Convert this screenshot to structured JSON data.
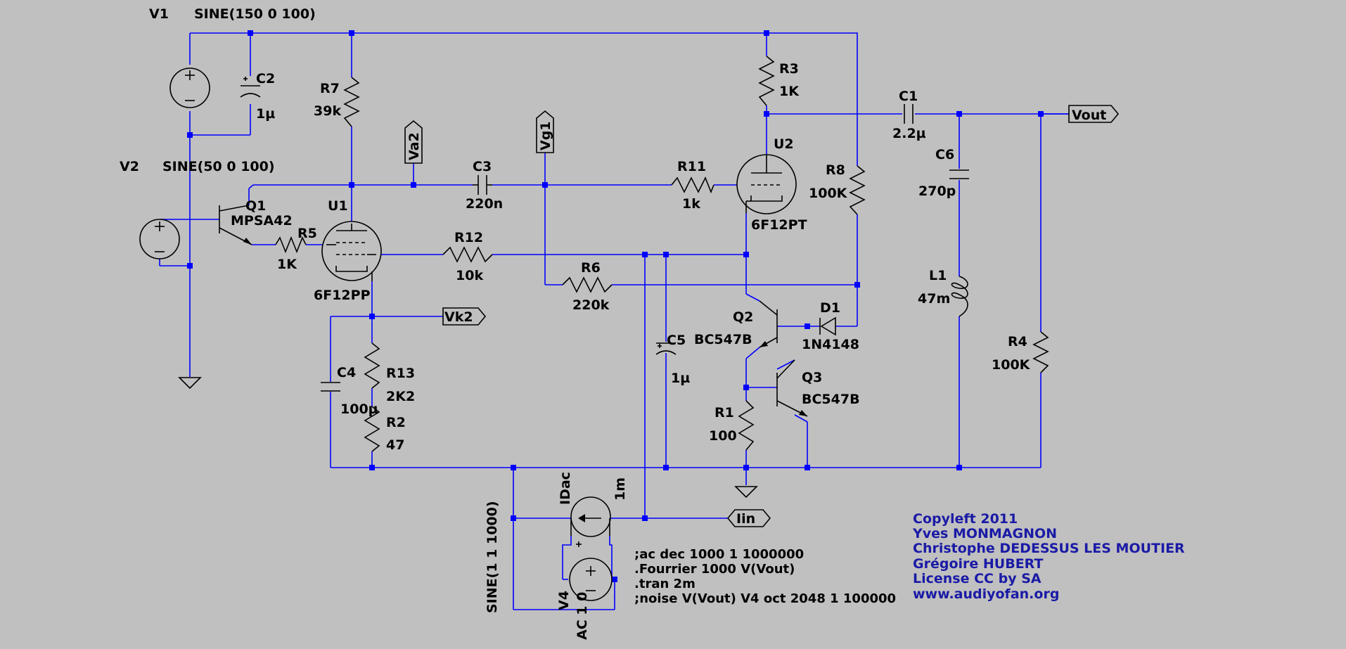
{
  "sources": {
    "v1": {
      "name": "V1",
      "value": "SINE(150 0 100)"
    },
    "v2": {
      "name": "V2",
      "value": "SINE(50 0 100)"
    },
    "v4": {
      "name": "V4",
      "value": "SINE(1 1 1000)",
      "ac": "AC 1 0"
    },
    "idac": {
      "name": "IDac",
      "value": "1m"
    }
  },
  "components": {
    "c1": {
      "name": "C1",
      "value": "2.2µ"
    },
    "c2": {
      "name": "C2",
      "value": "1µ"
    },
    "c3": {
      "name": "C3",
      "value": "220n"
    },
    "c4": {
      "name": "C4",
      "value": "100µ"
    },
    "c5": {
      "name": "C5",
      "value": "1µ"
    },
    "c6": {
      "name": "C6",
      "value": "270p"
    },
    "r1": {
      "name": "R1",
      "value": "100"
    },
    "r2": {
      "name": "R2",
      "value": "47"
    },
    "r3": {
      "name": "R3",
      "value": "1K"
    },
    "r4": {
      "name": "R4",
      "value": "100K"
    },
    "r5": {
      "name": "R5",
      "value": "1K"
    },
    "r6": {
      "name": "R6",
      "value": "220k"
    },
    "r7": {
      "name": "R7",
      "value": "39k"
    },
    "r8": {
      "name": "R8",
      "value": "100K"
    },
    "r11": {
      "name": "R11",
      "value": "1k"
    },
    "r12": {
      "name": "R12",
      "value": "10k"
    },
    "r13": {
      "name": "R13",
      "value": "2K2"
    },
    "l1": {
      "name": "L1",
      "value": "47m"
    },
    "d1": {
      "name": "D1",
      "value": "1N4148"
    },
    "q1": {
      "name": "Q1",
      "value": "MPSA42"
    },
    "q2": {
      "name": "Q2",
      "value": "BC547B"
    },
    "q3": {
      "name": "Q3",
      "value": "BC547B"
    },
    "u1": {
      "name": "U1",
      "value": "6F12PP"
    },
    "u2": {
      "name": "U2",
      "value": "6F12PT"
    }
  },
  "net_labels": {
    "vout": "Vout",
    "va2": "Va2",
    "vg1": "Vg1",
    "vk2": "Vk2",
    "iin": "Iin"
  },
  "directives": [
    ";ac dec 1000 1 1000000",
    ".Fourrier 1000 V(Vout)",
    ".tran 2m",
    ";noise V(Vout) V4 oct 2048 1 100000"
  ],
  "credits": [
    "Copyleft 2011",
    "Yves MONMAGNON",
    "Christophe DEDESSUS LES MOUTIER",
    "Grégoire HUBERT",
    "License CC by SA",
    "www.audiyofan.org"
  ],
  "colors": {
    "background": "#c0c0c0",
    "wire": "#0000ff",
    "component": "#000000",
    "credit_text": "#1a1aa6"
  }
}
